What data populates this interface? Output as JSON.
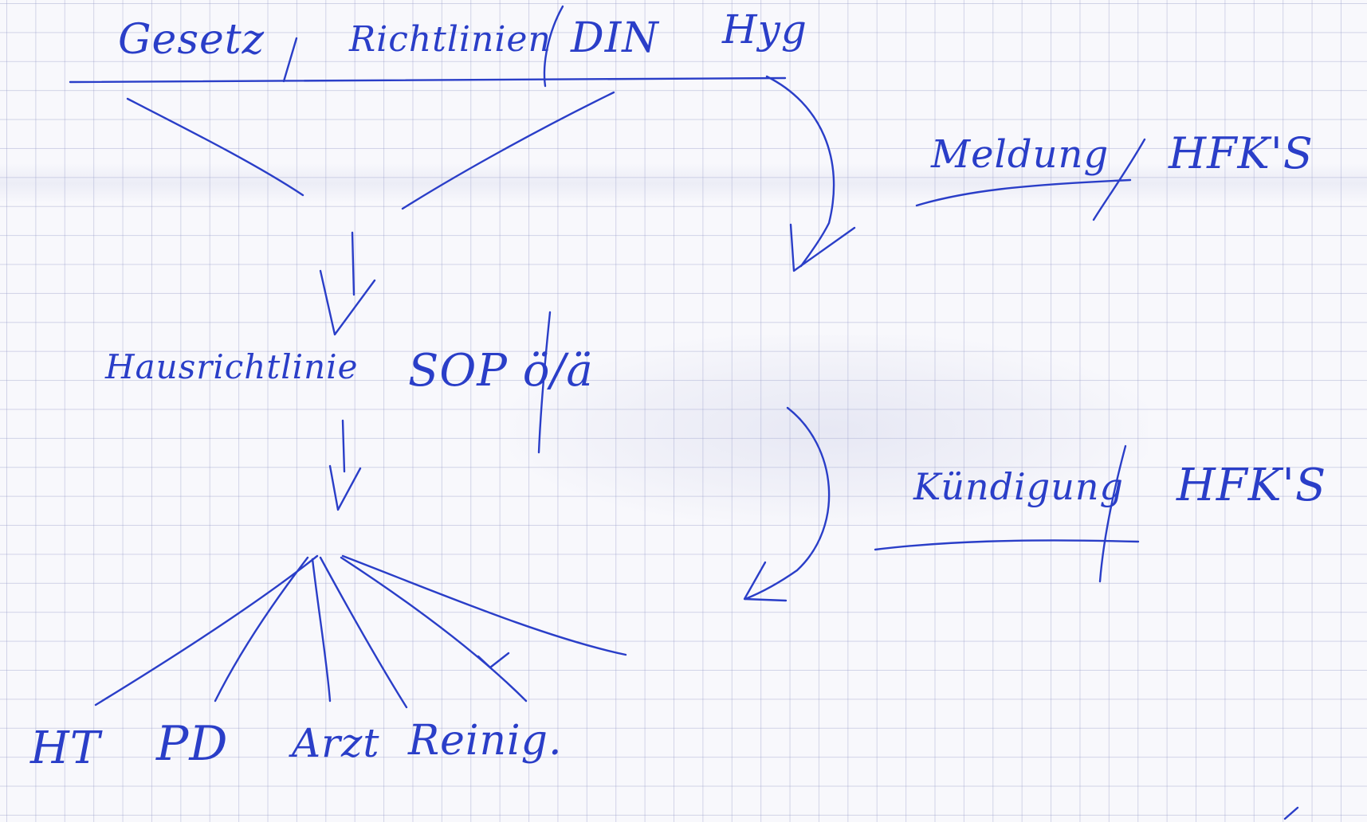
{
  "note": {
    "top_terms": [
      "Gesetz",
      "Richtlinien",
      "DIN",
      "Hyg"
    ],
    "right_upper": {
      "left": "Meldung",
      "right": "HFK'S"
    },
    "middle": [
      "Hausrichtlinie",
      "SOP ö/ä"
    ],
    "right_lower": {
      "left": "Kündigung",
      "right": "HFK'S"
    },
    "bottom_terms": [
      "HT",
      "PD",
      "Arzt",
      "Reinig."
    ]
  },
  "colors": {
    "ink": "#2a3ec8",
    "paper": "#f8f8fc",
    "grid": "#969bc8"
  }
}
